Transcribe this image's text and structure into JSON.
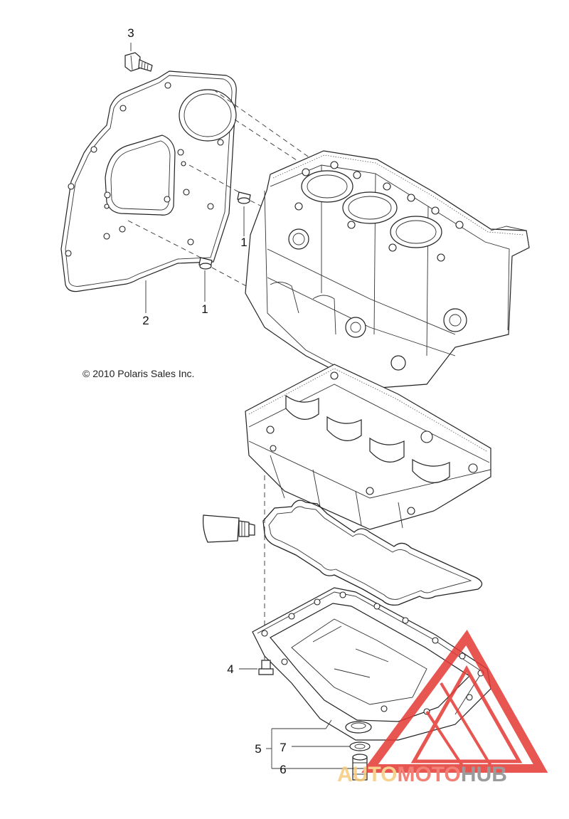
{
  "diagram": {
    "callouts": [
      {
        "id": "c1",
        "label": "1"
      },
      {
        "id": "c1b",
        "label": "1"
      },
      {
        "id": "c2",
        "label": "2"
      },
      {
        "id": "c3",
        "label": "3"
      },
      {
        "id": "c4",
        "label": "4"
      },
      {
        "id": "c5",
        "label": "5"
      },
      {
        "id": "c6",
        "label": "6"
      },
      {
        "id": "c7",
        "label": "7"
      }
    ],
    "copyright": "© 2010 Polaris Sales Inc."
  },
  "watermark": {
    "part1": "AUTO",
    "part2": "MOTO",
    "part3": "HUB",
    "colors": {
      "auto": "#f6c97a",
      "moto": "#ef6b5f",
      "hub": "#8a8a8a",
      "triangle": "#e53935"
    }
  }
}
